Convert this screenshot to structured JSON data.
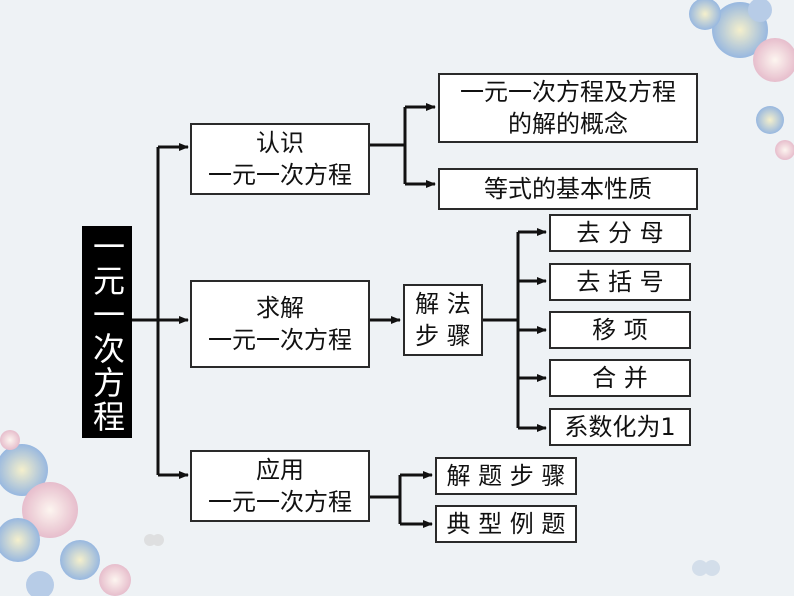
{
  "root": {
    "label": "一元一次方程"
  },
  "branches": [
    {
      "line1": "认识",
      "line2": "一元一次方程"
    },
    {
      "line1": "求解",
      "line2": "一元一次方程"
    },
    {
      "line1": "应用",
      "line2": "一元一次方程"
    }
  ],
  "recognize_children": [
    {
      "line1": "一元一次方程及方程",
      "line2": "的解的概念"
    },
    {
      "line1": "等式的基本性质"
    }
  ],
  "solve_method": {
    "line1": "解 法",
    "line2": "步 骤"
  },
  "solve_steps": [
    "去 分 母",
    "去 括 号",
    "移 项",
    "合 并",
    "系数化为1"
  ],
  "apply_children": [
    "解 题 步 骤",
    "典 型 例 题"
  ]
}
